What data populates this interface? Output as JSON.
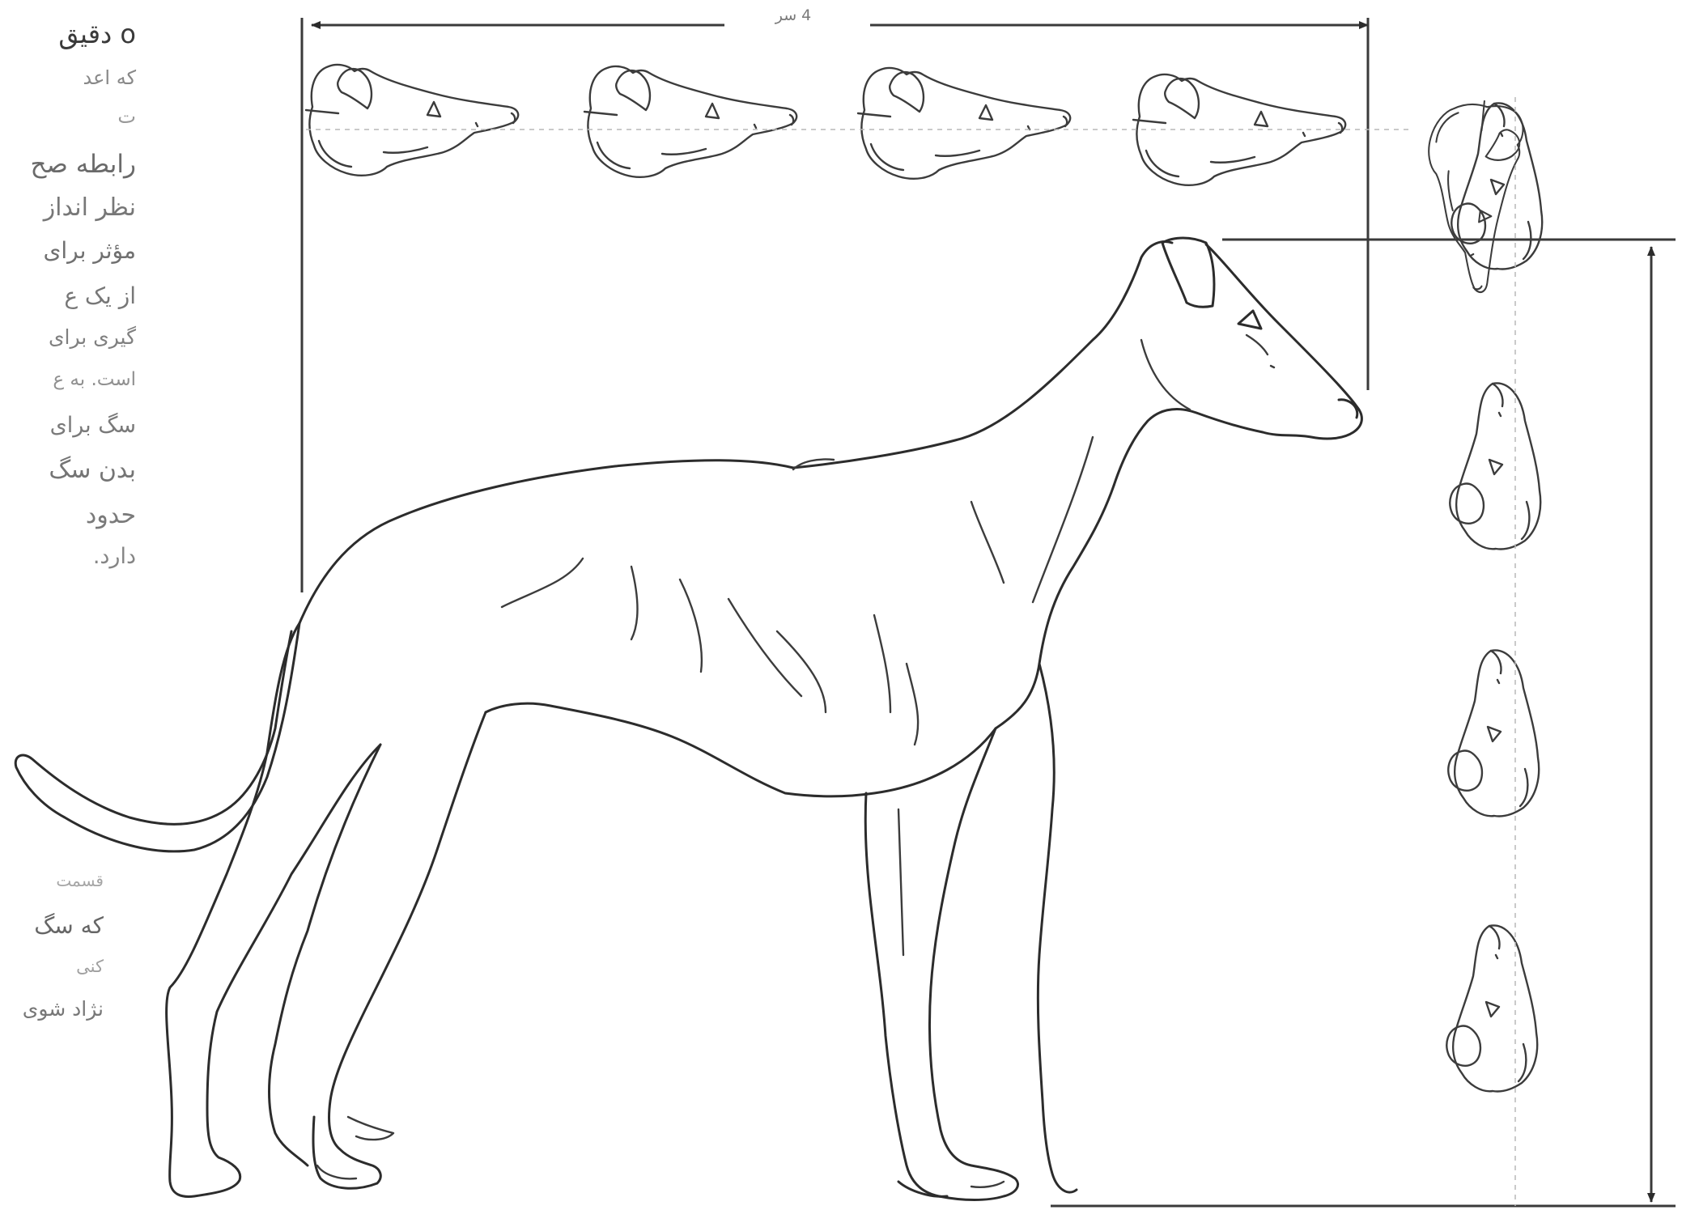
{
  "side_text_top": [
    "o دقیق",
    "که اعد",
    "ت",
    "رابطه صح",
    "نظر انداز",
    "مؤثر برای",
    "از یک ع",
    "گیری برای",
    "است. به ع",
    "سگ برای",
    "بدن سگ",
    "حدود",
    "دارد."
  ],
  "side_text_bottom": [
    "قسمت",
    "که سگ",
    "کنی",
    "نژاد شوی"
  ],
  "dimension_label": "4 سر",
  "colors": {
    "line": "#2c2c2c",
    "text": "#555555",
    "background": "#ffffff"
  }
}
